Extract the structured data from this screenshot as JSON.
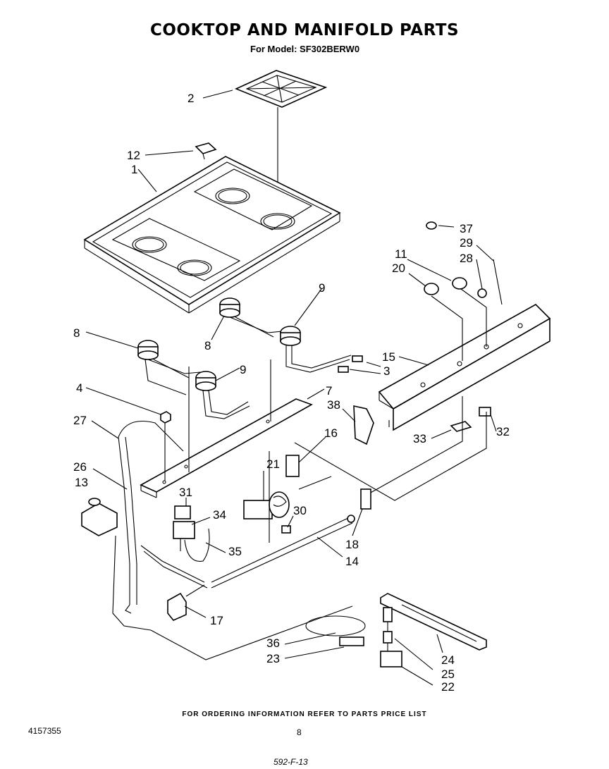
{
  "header": {
    "title": "COOKTOP AND MANIFOLD PARTS",
    "subtitle": "For Model: SF302BERW0"
  },
  "footer": {
    "note": "FOR ORDERING INFORMATION REFER TO PARTS PRICE LIST",
    "doc_number": "4157355",
    "page_number": "8",
    "handwritten": "592-F-13"
  },
  "callouts": {
    "c1": "1",
    "c2": "2",
    "c3": "3",
    "c4": "4",
    "c7": "7",
    "c8a": "8",
    "c8b": "8",
    "c9a": "9",
    "c9b": "9",
    "c11": "11",
    "c12": "12",
    "c13": "13",
    "c14": "14",
    "c15": "15",
    "c16": "16",
    "c17": "17",
    "c18": "18",
    "c20": "20",
    "c21": "21",
    "c22": "22",
    "c23": "23",
    "c24": "24",
    "c25": "25",
    "c26": "26",
    "c27": "27",
    "c28": "28",
    "c29": "29",
    "c30": "30",
    "c31": "31",
    "c32": "32",
    "c33": "33",
    "c34": "34",
    "c35": "35",
    "c36": "36",
    "c37": "37",
    "c38": "38"
  }
}
